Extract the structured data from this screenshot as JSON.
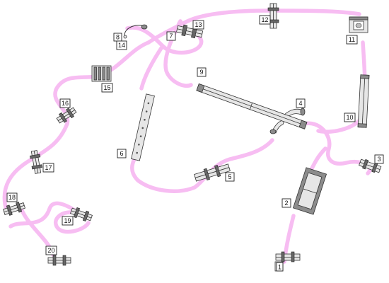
{
  "stations": [
    {
      "id": "station-1",
      "label": "1"
    },
    {
      "id": "station-2",
      "label": "2"
    },
    {
      "id": "station-3",
      "label": "3"
    },
    {
      "id": "station-4",
      "label": "4"
    },
    {
      "id": "station-5",
      "label": "5"
    },
    {
      "id": "station-6",
      "label": "6"
    },
    {
      "id": "station-7",
      "label": "7"
    },
    {
      "id": "station-8",
      "label": "8"
    },
    {
      "id": "station-9",
      "label": "9"
    },
    {
      "id": "station-10",
      "label": "10"
    },
    {
      "id": "station-11",
      "label": "11"
    },
    {
      "id": "station-12",
      "label": "12"
    },
    {
      "id": "station-13",
      "label": "13"
    },
    {
      "id": "station-14",
      "label": "14"
    },
    {
      "id": "station-15",
      "label": "15"
    },
    {
      "id": "station-16",
      "label": "16"
    },
    {
      "id": "station-17",
      "label": "17"
    },
    {
      "id": "station-18",
      "label": "18"
    },
    {
      "id": "station-19",
      "label": "19"
    },
    {
      "id": "station-20",
      "label": "20"
    }
  ],
  "colors": {
    "path": "#f7bdf2",
    "equipment_fill": "#e6e6e6",
    "equipment_stroke": "#333333",
    "label_border": "#222222"
  }
}
